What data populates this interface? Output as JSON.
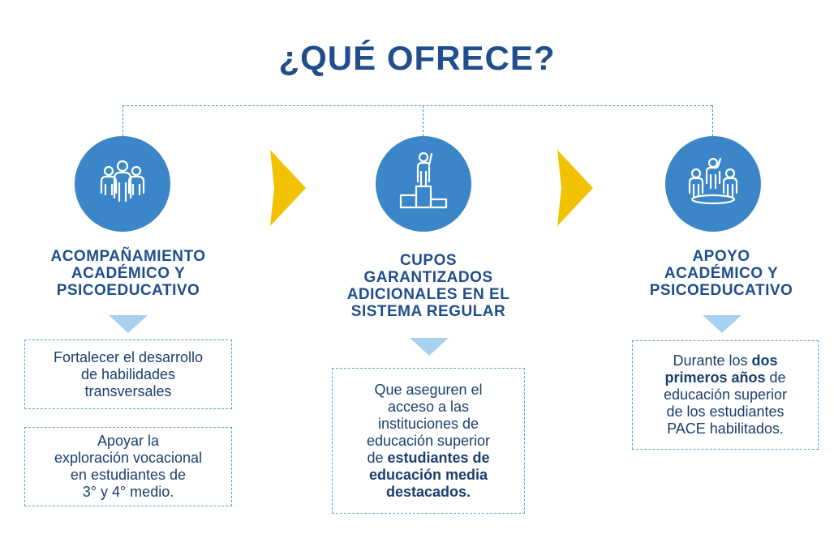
{
  "title": "¿QUÉ OFRECE?",
  "colors": {
    "primary": "#1f4e8c",
    "circle": "#3a86c8",
    "accent": "#f2c200",
    "pointer": "#a9d0ef",
    "dash": "#3b8fcf"
  },
  "columns": [
    {
      "icon": "group-people-icon",
      "heading": [
        "ACOMPAÑAMIENTO",
        "ACADÉMICO Y",
        "PSICOEDUCATIVO"
      ],
      "boxes": [
        {
          "text": [
            "Fortalecer el desarrollo",
            "de habilidades",
            "transversales"
          ]
        },
        {
          "text": [
            "Apoyar la",
            "exploración vocacional",
            "en estudiantes de",
            "3° y 4° medio."
          ]
        }
      ]
    },
    {
      "icon": "podium-winner-icon",
      "heading": [
        "CUPOS",
        "GARANTIZADOS",
        "ADICIONALES EN EL",
        "SISTEMA REGULAR"
      ],
      "box": {
        "line1": "Que aseguren el",
        "line2": "acceso a las",
        "line3": "instituciones de",
        "line4": "educación superior",
        "line5_pre": "de ",
        "line5_bold": "estudiantes de",
        "line6_bold": "educación media",
        "line7_bold": "destacados."
      }
    },
    {
      "icon": "team-support-icon",
      "heading": [
        "APOYO",
        "ACADÉMICO Y",
        "PSICOEDUCATIVO"
      ],
      "box": {
        "line1_pre": "Durante los ",
        "line1_bold": "dos",
        "line2_bold": "primeros años",
        "line2_post": " de",
        "line3": "educación superior",
        "line4": "de los estudiantes",
        "line5": "PACE habilitados."
      }
    }
  ]
}
